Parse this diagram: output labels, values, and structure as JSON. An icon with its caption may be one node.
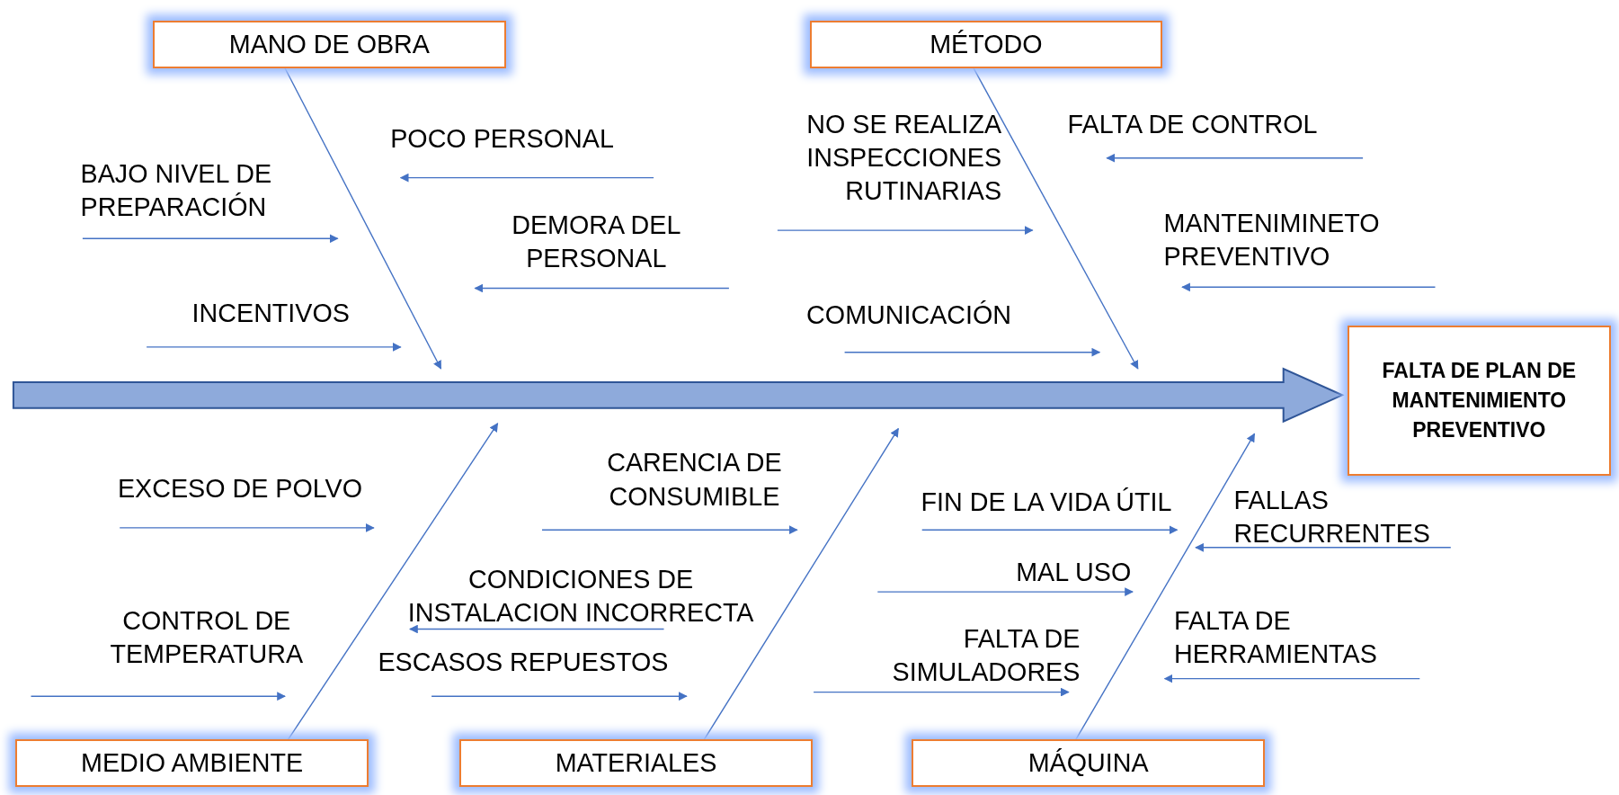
{
  "diagram": {
    "nodes": [
      {
        "text": [
          "MANO DE OBRA"
        ]
      },
      {
        "text": [
          "MÉTODO"
        ]
      },
      {
        "text": [
          "MEDIO AMBIENTE"
        ]
      },
      {
        "text": [
          "MATERIALES"
        ]
      },
      {
        "text": [
          "MÁQUINA"
        ]
      },
      {
        "text": [
          "FALTA DE PLAN DE MANTENIMIENTO PREVENTIVO"
        ]
      },
      {
        "text": [
          "POCO PERSONAL"
        ]
      },
      {
        "text": [
          "BAJO NIVEL DE PREPARACIÓN"
        ]
      },
      {
        "text": [
          "DEMORA DEL PERSONAL"
        ]
      },
      {
        "text": [
          "INCENTIVOS"
        ]
      },
      {
        "text": [
          "NO SE REALIZA INSPECCIONES RUTINARIAS"
        ]
      },
      {
        "text": [
          "FALTA DE CONTROL"
        ]
      },
      {
        "text": [
          "MANTENIMINETO PREVENTIVO"
        ]
      },
      {
        "text": [
          "COMUNICACIÓN"
        ]
      },
      {
        "text": [
          "EXCESO DE POLVO"
        ]
      },
      {
        "text": [
          "CONTROL DE TEMPERATURA"
        ]
      },
      {
        "text": [
          "CARENCIA DE CONSUMIBLE"
        ]
      },
      {
        "text": [
          "CONDICIONES DE INSTALACION INCORRECTA"
        ]
      },
      {
        "text": [
          "ESCASOS REPUESTOS"
        ]
      },
      {
        "text": [
          "FIN DE LA VIDA ÚTIL"
        ]
      },
      {
        "text": [
          "FALLAS RECURRENTES"
        ]
      },
      {
        "text": [
          "MAL USO"
        ]
      },
      {
        "text": [
          "FALTA DE SIMULADORES"
        ]
      },
      {
        "text": [
          "FALTA DE HERRAMIENTAS"
        ]
      }
    ],
    "edges": [
      {
        "from": 0,
        "to": null,
        "arrow": "to"
      },
      {
        "from": 1,
        "to": null,
        "arrow": "to"
      },
      {
        "from": 2,
        "to": null,
        "arrow": "to"
      },
      {
        "from": 3,
        "to": null,
        "arrow": "to"
      },
      {
        "from": 4,
        "to": null,
        "arrow": "to"
      },
      {
        "from": null,
        "to": 5,
        "arrow": "to",
        "style": "thick"
      },
      {
        "from": null,
        "to": 6,
        "arrow": "to"
      },
      {
        "from": 7,
        "to": null,
        "arrow": "to"
      },
      {
        "from": null,
        "to": 8,
        "arrow": "to"
      },
      {
        "from": null,
        "to": 9,
        "arrow": "to"
      },
      {
        "from": null,
        "to": 10,
        "arrow": "to"
      },
      {
        "from": null,
        "to": 11,
        "arrow": "to"
      },
      {
        "from": null,
        "to": 12,
        "arrow": "to"
      },
      {
        "from": 13,
        "to": null,
        "arrow": "to"
      },
      {
        "from": null,
        "to": 14,
        "arrow": "to"
      },
      {
        "from": null,
        "to": 15,
        "arrow": "to"
      },
      {
        "from": null,
        "to": 16,
        "arrow": "to"
      },
      {
        "from": null,
        "to": 17,
        "arrow": "to"
      },
      {
        "from": null,
        "to": 18,
        "arrow": "to"
      },
      {
        "from": null,
        "to": 19,
        "arrow": "to"
      },
      {
        "from": null,
        "to": 20,
        "arrow": "to"
      },
      {
        "from": null,
        "to": 21,
        "arrow": "to"
      },
      {
        "from": null,
        "to": 22,
        "arrow": "to"
      },
      {
        "from": null,
        "to": 23,
        "arrow": "to"
      }
    ]
  }
}
